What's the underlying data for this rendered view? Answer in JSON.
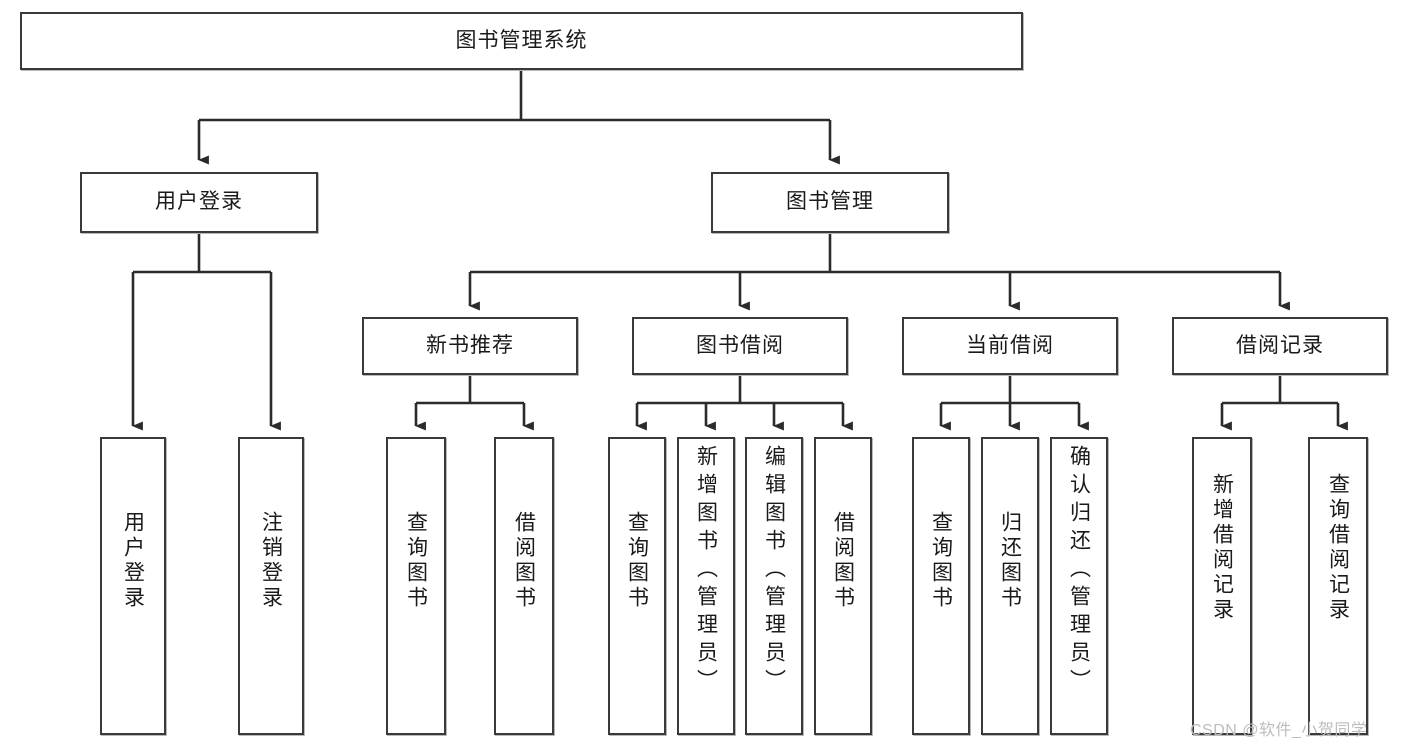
{
  "diagram": {
    "type": "tree-hierarchy-flowchart",
    "root": {
      "id": "root",
      "label": "图书管理系统"
    },
    "level2": [
      {
        "id": "user-login",
        "label": "用户登录"
      },
      {
        "id": "book-management",
        "label": "图书管理"
      }
    ],
    "level3": [
      {
        "id": "new-book-recommend",
        "label": "新书推荐",
        "parent": "book-management"
      },
      {
        "id": "book-borrow",
        "label": "图书借阅",
        "parent": "book-management"
      },
      {
        "id": "current-borrow",
        "label": "当前借阅",
        "parent": "book-management"
      },
      {
        "id": "borrow-record",
        "label": "借阅记录",
        "parent": "book-management"
      }
    ],
    "leaves": [
      {
        "id": "leaf-user-login",
        "label": "用户登录",
        "parent": "user-login"
      },
      {
        "id": "leaf-logout-login",
        "label": "注销登录",
        "parent": "user-login"
      },
      {
        "id": "leaf-query-book-1",
        "label": "查询图书",
        "parent": "new-book-recommend"
      },
      {
        "id": "leaf-borrow-book-1",
        "label": "借阅图书",
        "parent": "new-book-recommend"
      },
      {
        "id": "leaf-query-book-2",
        "label": "查询图书",
        "parent": "book-borrow"
      },
      {
        "id": "leaf-add-book",
        "label": "新增图书（管理员）",
        "parent": "book-borrow"
      },
      {
        "id": "leaf-edit-book",
        "label": "编辑图书（管理员）",
        "parent": "book-borrow"
      },
      {
        "id": "leaf-borrow-book-2",
        "label": "借阅图书",
        "parent": "book-borrow"
      },
      {
        "id": "leaf-query-book-3",
        "label": "查询图书",
        "parent": "current-borrow"
      },
      {
        "id": "leaf-return-book",
        "label": "归还图书",
        "parent": "current-borrow"
      },
      {
        "id": "leaf-confirm-return",
        "label": "确认归还（管理员）",
        "parent": "current-borrow"
      },
      {
        "id": "leaf-add-record",
        "label": "新增借阅记录",
        "parent": "borrow-record"
      },
      {
        "id": "leaf-query-record",
        "label": "查询借阅记录",
        "parent": "borrow-record"
      }
    ],
    "colors": {
      "box_border": "#3a3a3a",
      "box_fill": "#ffffff",
      "connector": "#2b2b2b",
      "text": "#1a1a1a",
      "watermark": "#bdbdbd",
      "background": "#ffffff"
    }
  },
  "watermark": {
    "text": "CSDN @软件_小贺同学"
  }
}
